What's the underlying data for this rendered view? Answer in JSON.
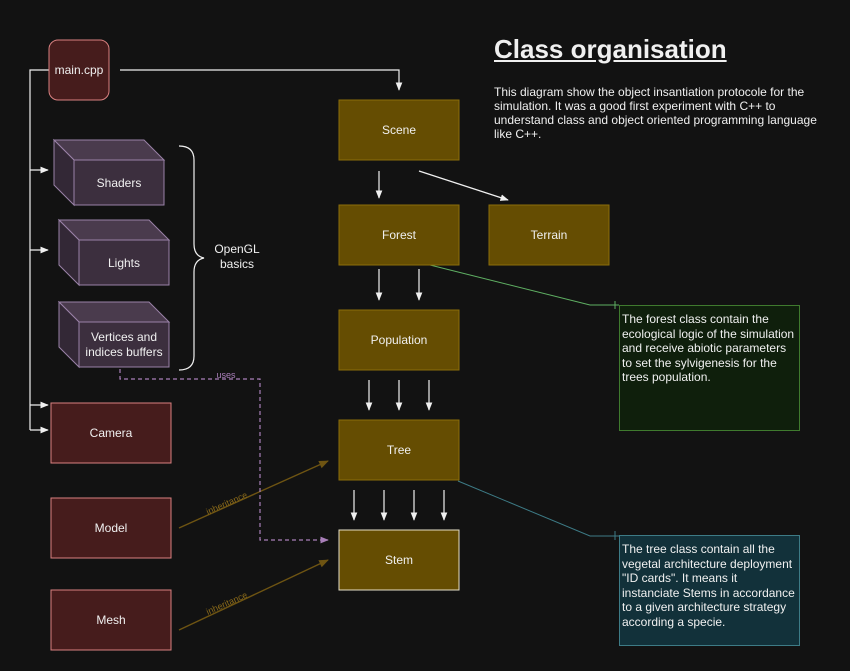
{
  "title": "Class organisation",
  "description": "This diagram show the object insantiation protocole for the simulation. It was a good first experiment with C++ to understand class and object oriented programming language like C++.",
  "nodes": {
    "main": "main.cpp",
    "shaders": "Shaders",
    "lights": "Lights",
    "vertices_line1": "Vertices and",
    "vertices_line2": "indices buffers",
    "opengl_line1": "OpenGL",
    "opengl_line2": "basics",
    "camera": "Camera",
    "model": "Model",
    "mesh": "Mesh",
    "scene": "Scene",
    "forest": "Forest",
    "terrain": "Terrain",
    "population": "Population",
    "tree": "Tree",
    "stem": "Stem"
  },
  "edge_labels": {
    "uses": "uses",
    "inheritance_model": "inheritance",
    "inheritance_mesh": "inheritance"
  },
  "notes": {
    "forest": "The forest class contain the ecological logic of the simulation and receive abiotic parameters to set the sylvigenesis for the trees population.",
    "tree": "The tree class contain all the vegetal architecture deployment \"ID cards\". It means it instanciate Stems in accordance to a given architecture strategy according a specie."
  },
  "colors": {
    "background": "#121212",
    "class_fill": "#654d02",
    "class_stroke": "#8c6d0a",
    "external_fill": "#461c1c",
    "external_stroke": "#d98080",
    "opengl_fill": "#3c2f3e",
    "opengl_stroke": "#9a82a8",
    "inheritance_arrow": "#6e5412",
    "uses_arrow": "#a97fb9",
    "forest_note_fill": "#0f1f0c",
    "tree_note_fill": "#12313a"
  }
}
